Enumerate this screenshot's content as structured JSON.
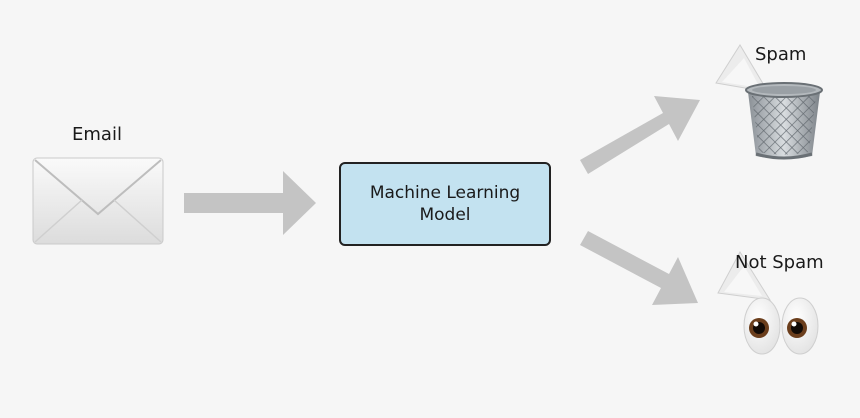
{
  "diagram": {
    "input": {
      "label": "Email",
      "icon": "envelope-icon"
    },
    "model": {
      "line1": "Machine Learning",
      "line2": "Model",
      "fill": "#c3e2f0",
      "border": "#222222"
    },
    "outputs": [
      {
        "label": "Spam",
        "icon": "wastebasket-icon"
      },
      {
        "label": "Not Spam",
        "icon": "eyes-icon"
      }
    ],
    "arrow_color": "#c4c4c4",
    "background": "#f6f6f6"
  }
}
